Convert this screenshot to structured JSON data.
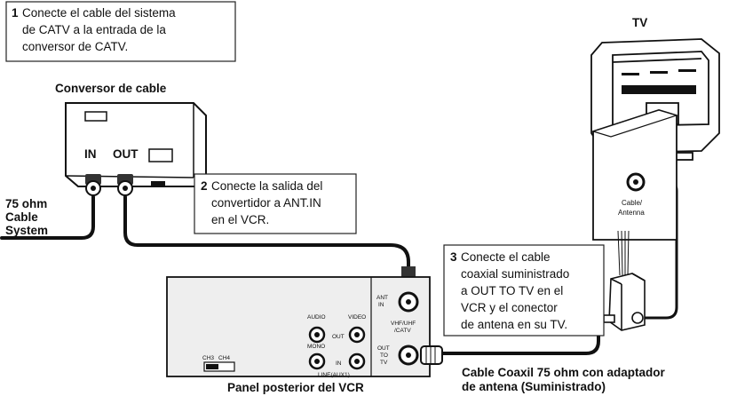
{
  "step1": {
    "num": "1",
    "lines": [
      "Conecte el cable del sistema",
      "de CATV a la entrada de la",
      "conversor de CATV."
    ]
  },
  "step2": {
    "num": "2",
    "lines": [
      "Conecte la salida del",
      "convertidor a ANT.IN",
      "en el VCR."
    ]
  },
  "step3": {
    "num": "3",
    "lines": [
      "Conecte el cable",
      "coaxial suministrado",
      "a OUT TO TV en el",
      "VCR y el conector",
      "de antena en su TV."
    ]
  },
  "converter": {
    "title": "Conversor de cable",
    "in_label": "IN",
    "out_label": "OUT"
  },
  "cable_system": {
    "lines": [
      "75 ohm",
      "Cable",
      "System"
    ]
  },
  "tv": {
    "title": "TV",
    "jack_label_1": "Cable/",
    "jack_label_2": "Antenna"
  },
  "vcr": {
    "caption": "Panel posterior del VCR",
    "audio": "AUDIO",
    "video": "VIDEO",
    "out": "OUT",
    "in": "IN",
    "mono": "MONO",
    "line": "LINE(AUX1)",
    "ch3": "CH3",
    "ch4": "CH4",
    "ant_in_1": "ANT",
    "ant_in_2": "IN",
    "vhf_1": "VHF/UHF",
    "vhf_2": "/CATV",
    "out_to_tv_1": "OUT",
    "out_to_tv_2": "TO",
    "out_to_tv_3": "TV"
  },
  "coax_caption": {
    "lines": [
      "Cable Coaxil 75 ohm con adaptador",
      "de antena (Suministrado)"
    ]
  }
}
